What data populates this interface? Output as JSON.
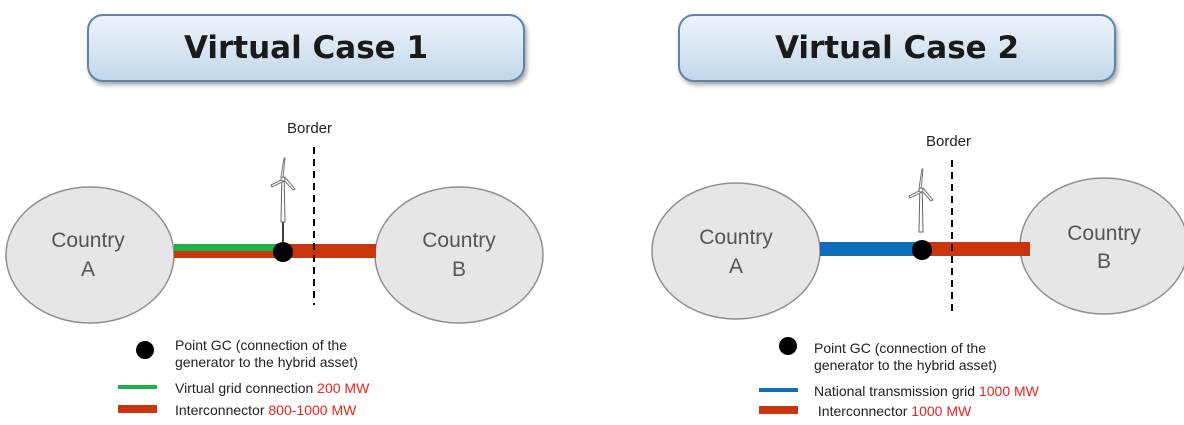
{
  "cases": [
    {
      "title": "Virtual Case 1",
      "country_a": [
        "Country",
        "A"
      ],
      "country_b": [
        "Country",
        "B"
      ],
      "border_label": "Border",
      "legend": {
        "point": [
          "Point GC (connection of the",
          "generator to the hybrid asset)"
        ],
        "line1_label": "Virtual grid connection",
        "line1_value": "200 MW",
        "line2_label": "Interconnector",
        "line2_value": "800-1000 MW"
      }
    },
    {
      "title": "Virtual Case 2",
      "country_a": [
        "Country",
        "A"
      ],
      "country_b": [
        "Country",
        "B"
      ],
      "border_label": "Border",
      "legend": {
        "point": [
          "Point GC (connection of the",
          "generator to the hybrid asset)"
        ],
        "line1_label": "National transmission grid",
        "line1_value": "1000 MW",
        "line2_label": " Interconnector",
        "line2_value": "1000 MW"
      }
    }
  ],
  "colors": {
    "virtual_grid": "#1fb14a",
    "national_grid": "#0f6cb8",
    "interconnector": "#c9360e",
    "highlight_text": "#e8231b",
    "country_fill": "#e6e6e6"
  },
  "icons": [
    "wind-turbine-icon",
    "connection-point-dot"
  ]
}
